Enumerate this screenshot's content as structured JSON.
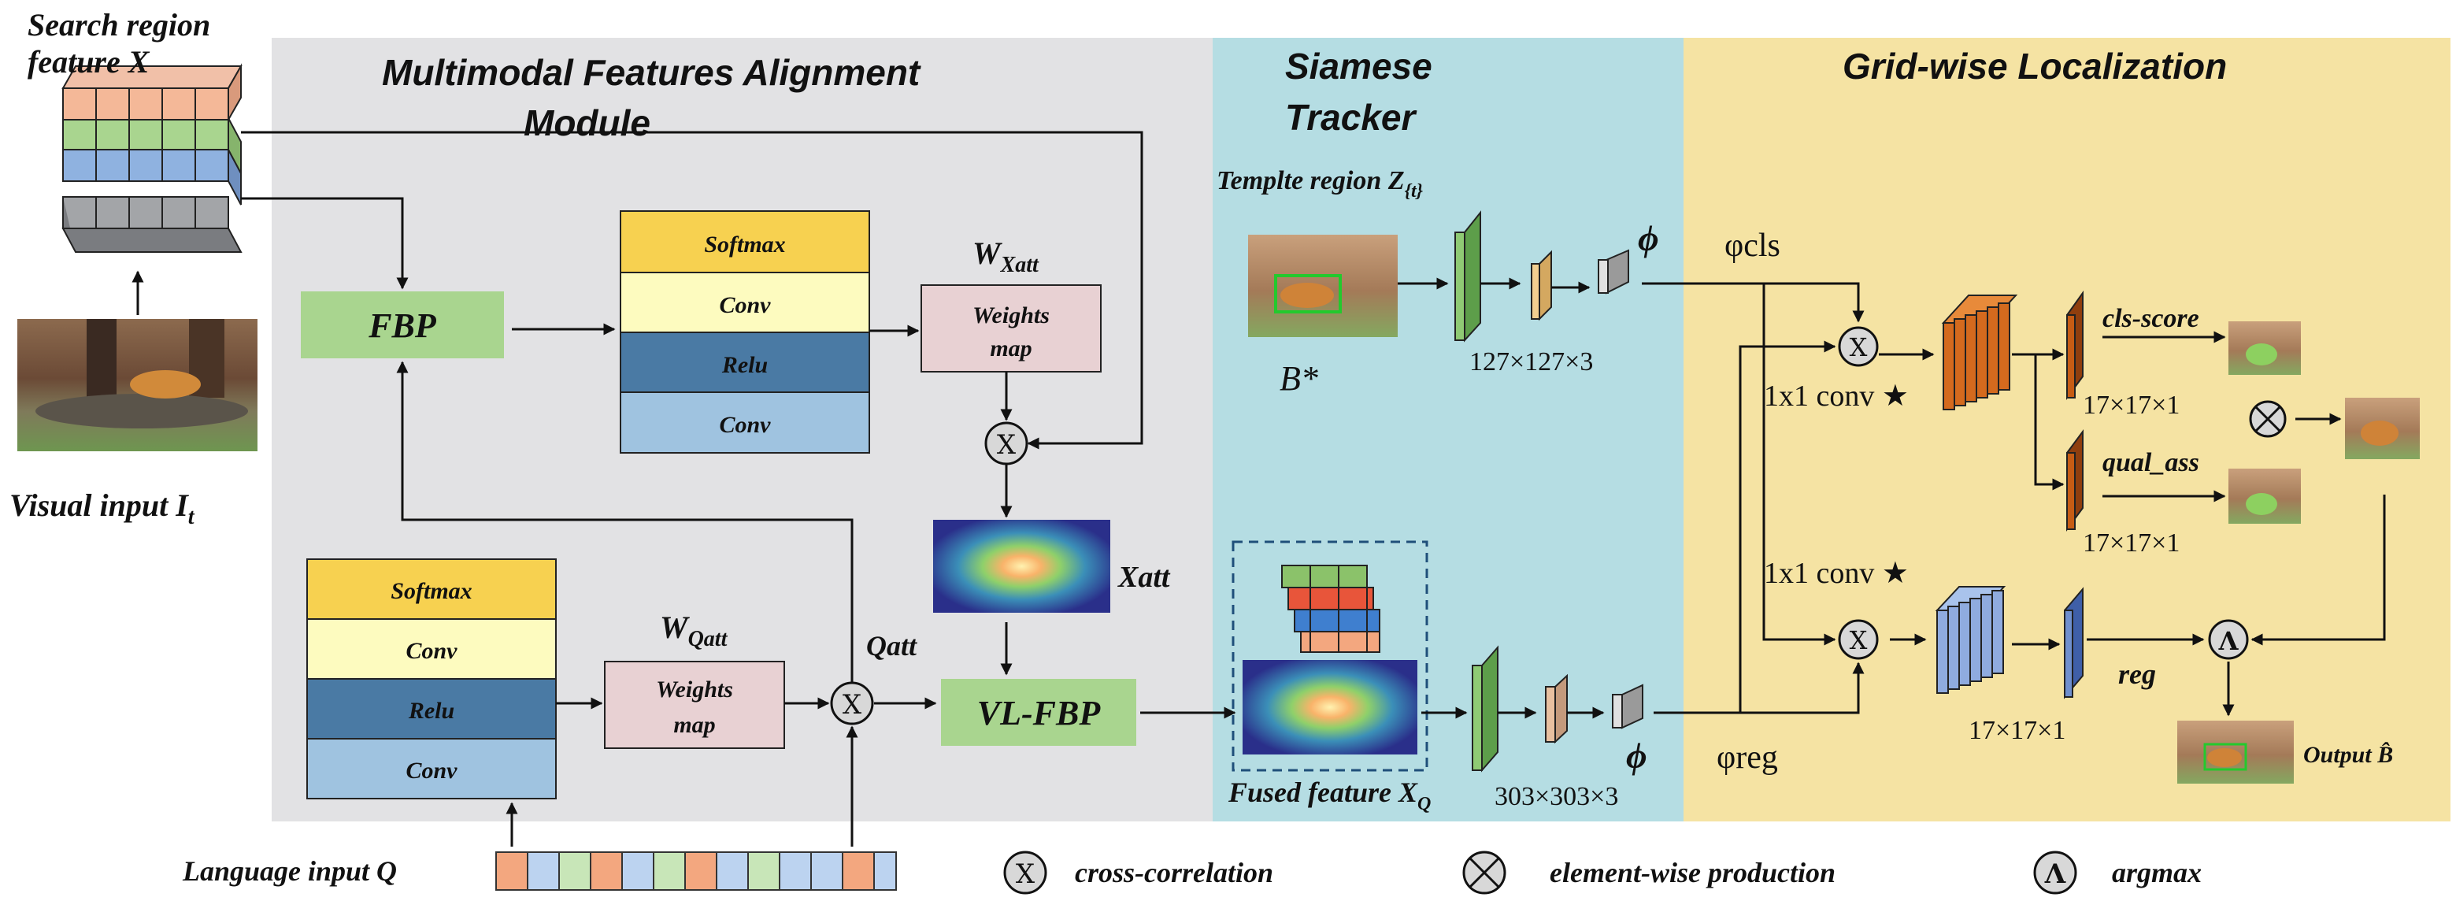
{
  "sections": {
    "mfa_title_line1": "Multimodal Features Alignment",
    "mfa_title_line2": "Module",
    "siamese_title_line1": "Siamese",
    "siamese_title_line2": "Tracker",
    "grid_title": "Grid-wise Localization"
  },
  "inputs": {
    "search_region_line1": "Search region",
    "search_region_line2": "feature X",
    "visual_input": "Visual input I",
    "visual_input_sub": "t",
    "language_input": "Language input Q"
  },
  "attention_top": {
    "layers": [
      "Softmax",
      "Conv",
      "Relu",
      "Conv"
    ],
    "weights_label": "W",
    "weights_sub": "Xatt",
    "weights_map_line1": "Weights",
    "weights_map_line2": "map"
  },
  "attention_bottom": {
    "layers": [
      "Softmax",
      "Conv",
      "Relu",
      "Conv"
    ],
    "weights_label": "W",
    "weights_sub": "Qatt",
    "weights_map_line1": "Weights",
    "weights_map_line2": "map"
  },
  "blocks": {
    "fbp": "FBP",
    "vl_fbp": "VL-FBP",
    "xatt": "Xatt",
    "qatt": "Qatt"
  },
  "siamese": {
    "template_label": "Templte region Z",
    "template_sub": "{t}",
    "b_star": "B*",
    "template_size": "127×127×3",
    "fused_label": "Fused feature X",
    "fused_sub": "Q",
    "search_size": "303×303×3",
    "phi": "ϕ"
  },
  "grid": {
    "phi_cls": "φcls",
    "phi_reg": "φreg",
    "conv_top": "1x1 conv ★",
    "conv_bottom": "1x1 conv ★",
    "cls_score": "cls-score",
    "qual_ass": "qual_ass",
    "reg": "reg",
    "size_cls": "17×17×1",
    "size_qual": "17×17×1",
    "size_reg": "17×17×1",
    "output": "Output B̂"
  },
  "legend": {
    "cross_symbol": "X",
    "cross_label": "cross-correlation",
    "elem_label": "element-wise production",
    "argmax_symbol": "Λ",
    "argmax_label": "argmax"
  },
  "colors": {
    "gray_panel": "#e2e2e4",
    "blue_panel": "#b5dde3",
    "yellow_panel": "#f5e3a3",
    "softmax": "#f7d150",
    "conv_light": "#fdfbbf",
    "relu": "#4a7aa4",
    "conv_blue": "#9fc3e0",
    "weights_map": "#e8d1d3",
    "fbp_green": "#a9d58f",
    "cls_orange": "#c65c14",
    "reg_blue": "#6f8fce"
  }
}
